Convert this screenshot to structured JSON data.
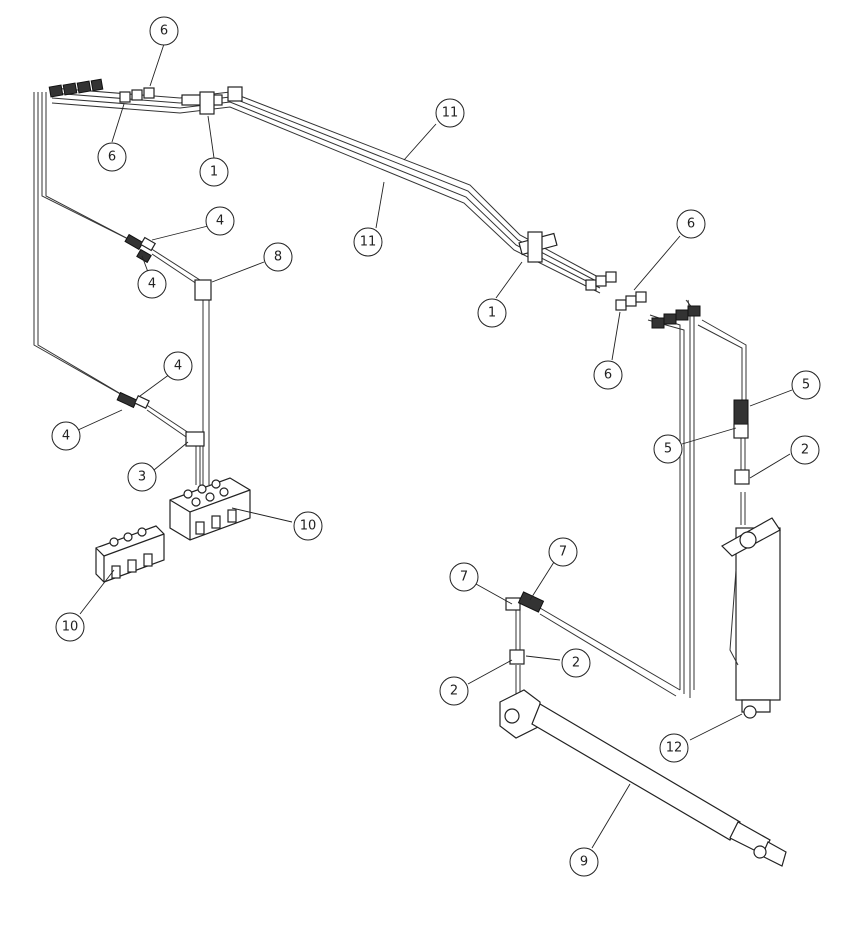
{
  "callouts": [
    {
      "id": "c1",
      "label": "6"
    },
    {
      "id": "c2",
      "label": "6"
    },
    {
      "id": "c3",
      "label": "1"
    },
    {
      "id": "c4",
      "label": "11"
    },
    {
      "id": "c5",
      "label": "11"
    },
    {
      "id": "c6",
      "label": "4"
    },
    {
      "id": "c7",
      "label": "4"
    },
    {
      "id": "c8",
      "label": "8"
    },
    {
      "id": "c9",
      "label": "1"
    },
    {
      "id": "c10",
      "label": "6"
    },
    {
      "id": "c11",
      "label": "6"
    },
    {
      "id": "c12",
      "label": "4"
    },
    {
      "id": "c13",
      "label": "4"
    },
    {
      "id": "c14",
      "label": "3"
    },
    {
      "id": "c15",
      "label": "5"
    },
    {
      "id": "c16",
      "label": "5"
    },
    {
      "id": "c17",
      "label": "2"
    },
    {
      "id": "c18",
      "label": "10"
    },
    {
      "id": "c19",
      "label": "10"
    },
    {
      "id": "c20",
      "label": "7"
    },
    {
      "id": "c21",
      "label": "7"
    },
    {
      "id": "c22",
      "label": "2"
    },
    {
      "id": "c23",
      "label": "2"
    },
    {
      "id": "c24",
      "label": "12"
    },
    {
      "id": "c25",
      "label": "9"
    }
  ]
}
